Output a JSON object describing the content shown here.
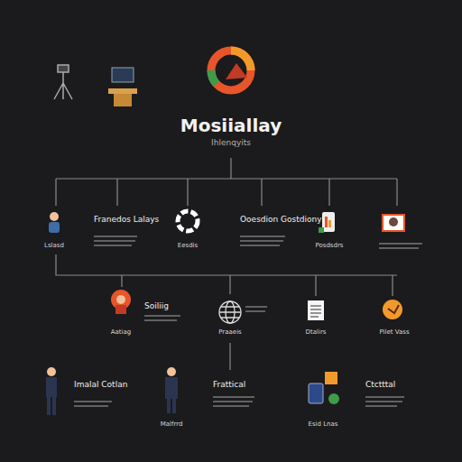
{
  "diagram": {
    "title": "Mosiiallay",
    "labels": [
      "Ihlenqyits",
      "Lslasd",
      "Franedos Lalays",
      "Eesdis",
      "Ooesdion Gostdiony",
      "Posdsdrs",
      "Soiliig",
      "Aatiag",
      "Praaeis",
      "Dtalirs",
      "Pilet Vass",
      "Imalal Cotlan",
      "Malfrrd",
      "Frattical",
      "Esid Lnas",
      "Ctctttal"
    ]
  }
}
